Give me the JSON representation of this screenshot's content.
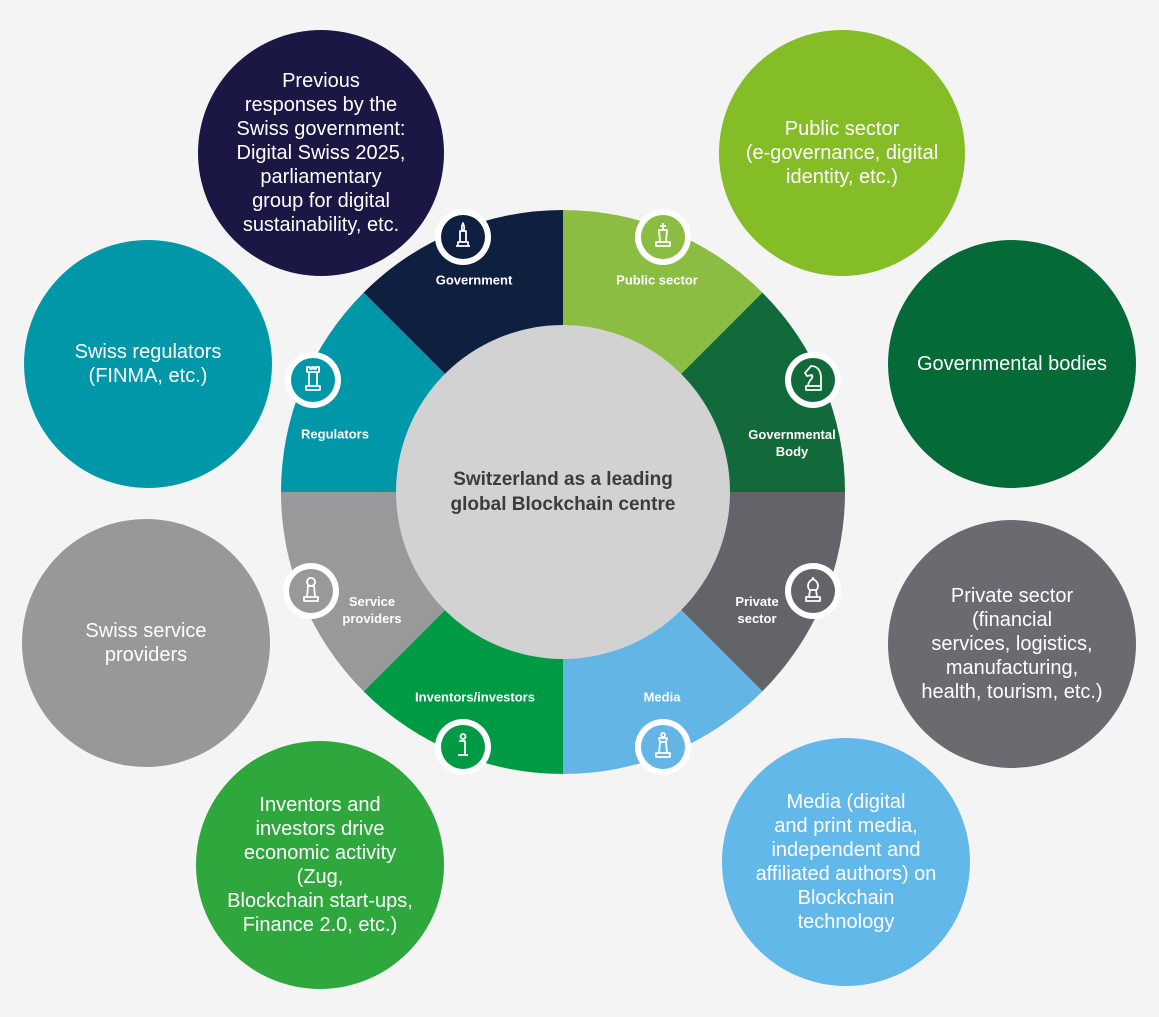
{
  "colors": {
    "government": "#0f1f40",
    "public_sector": "#8abd41",
    "governmental_body": "#12693a",
    "private_sector": "#626469",
    "media": "#62b5e5",
    "inventors": "#009a44",
    "service_providers": "#97999b",
    "regulators": "#0097a9",
    "bubble_previous": "#1a1745",
    "bubble_public": "#84bd25",
    "bubble_governmental": "#046a38",
    "bubble_private": "#6a6b70",
    "bubble_media": "#62b8e8",
    "bubble_inventors": "#2ea83c",
    "bubble_service": "#979899",
    "bubble_regulators": "#0097a9",
    "center": "#d2d2d3"
  },
  "center_text": "Switzerland as a leading\nglobal Blockchain centre",
  "segments": [
    {
      "key": "government",
      "label": "Government",
      "icon": "candle-icon"
    },
    {
      "key": "public_sector",
      "label": "Public sector",
      "icon": "king-chess-icon"
    },
    {
      "key": "governmental_body",
      "label": "Governmental\nBody",
      "icon": "knight-chess-icon"
    },
    {
      "key": "private_sector",
      "label": "Private\nsector",
      "icon": "bishop-chess-icon"
    },
    {
      "key": "media",
      "label": "Media",
      "icon": "queen-chess-icon"
    },
    {
      "key": "inventors",
      "label": "Inventors/investors",
      "icon": "info-icon"
    },
    {
      "key": "service_providers",
      "label": "Service\nproviders",
      "icon": "pawn-chess-icon"
    },
    {
      "key": "regulators",
      "label": "Regulators",
      "icon": "rook-chess-icon"
    }
  ],
  "bubbles": {
    "previous": "Previous\nresponses by the\nSwiss government:\nDigital Swiss 2025,\nparliamentary\ngroup for digital\nsustainability, etc.",
    "public": "Public sector\n(e-governance, digital\nidentity, etc.)",
    "governmental": "Governmental bodies",
    "private": "Private sector\n(financial\nservices, logistics,\nmanufacturing,\nhealth, tourism, etc.)",
    "media": "Media (digital\nand print media,\nindependent and\naffiliated authors) on\nBlockchain technology",
    "inventors": "Inventors and\ninvestors drive\neconomic activity (Zug,\nBlockchain start-ups,\nFinance 2.0, etc.)",
    "service": "Swiss service providers",
    "regulators": "Swiss regulators\n(FINMA, etc.)"
  }
}
